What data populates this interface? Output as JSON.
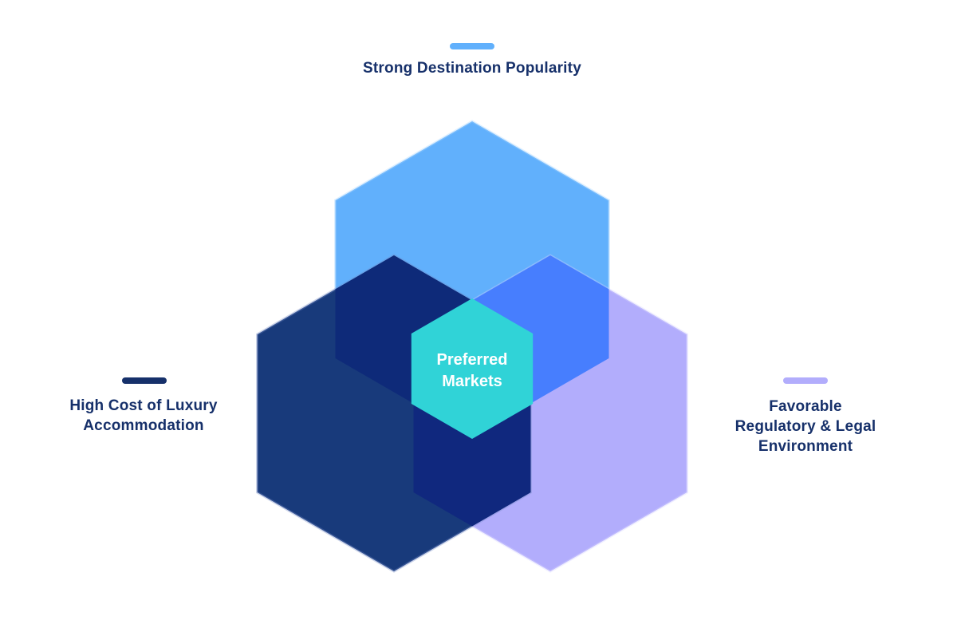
{
  "diagram": {
    "center": {
      "lines": [
        "Preferred",
        "Markets"
      ],
      "color": "#30d3d7"
    },
    "sets": [
      {
        "id": "top",
        "lines": [
          "Strong Destination Popularity"
        ],
        "color": "#61b0fc",
        "legend_color": "#61b0fc"
      },
      {
        "id": "left",
        "lines": [
          "High Cost of Luxury",
          "Accommodation"
        ],
        "color": "#183a7b",
        "legend_color": "#16306a"
      },
      {
        "id": "right",
        "lines": [
          "Favorable",
          "Regulatory & Legal",
          "Environment"
        ],
        "color": "#b2adfc",
        "legend_color": "#b2adfc"
      }
    ],
    "overlap_colors": {
      "top_left": "#0e2a79",
      "top_right": "#477efe",
      "left_right": "#10287e"
    },
    "label_color": "#16306a"
  }
}
